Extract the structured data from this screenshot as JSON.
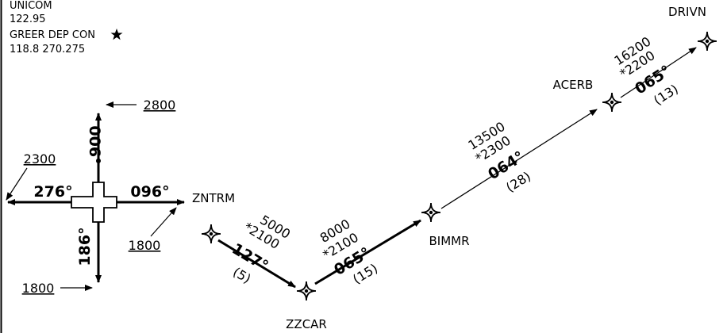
{
  "comms": {
    "unicom_label": "UNICOM",
    "unicom_freq": "122.95",
    "departure_label": "GREER DEP CON",
    "departure_freqs": "118.8  270.275"
  },
  "runway_diagram": {
    "headings": {
      "north": "006°",
      "east": "096°",
      "west": "276°",
      "south": "186°"
    },
    "altitudes": {
      "north": "2800",
      "west": "2300",
      "east": "1800",
      "south": "1800"
    }
  },
  "waypoints": {
    "zntrm": "ZNTRM",
    "zzcar": "ZZCAR",
    "bimmr": "BIMMR",
    "acerb": "ACERB",
    "drivn": "DRIVN"
  },
  "legs": [
    {
      "mea": "5000",
      "moca": "*2100",
      "course": "127°",
      "distance": "(5)"
    },
    {
      "mea": "8000",
      "moca": "*2100",
      "course": "065°",
      "distance": "(15)"
    },
    {
      "mea": "13500",
      "moca": "*2300",
      "course": "064°",
      "distance": "(28)"
    },
    {
      "mea": "16200",
      "moca": "*2200",
      "course": "065°",
      "distance": "(13)"
    }
  ],
  "colors": {
    "ink": "#000000",
    "background": "#ffffff"
  }
}
